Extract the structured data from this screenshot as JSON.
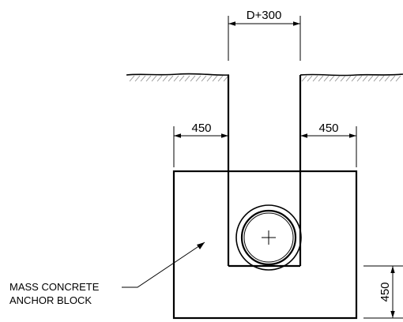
{
  "dimensions": {
    "trench_width": "D+300",
    "left_offset": "450",
    "right_offset": "450",
    "bottom_depth": "450"
  },
  "note": {
    "line1": "MASS CONCRETE",
    "line2": "ANCHOR BLOCK"
  },
  "colors": {
    "linework": "#000000",
    "hatching": "#8a8a8a",
    "background": "#ffffff"
  }
}
